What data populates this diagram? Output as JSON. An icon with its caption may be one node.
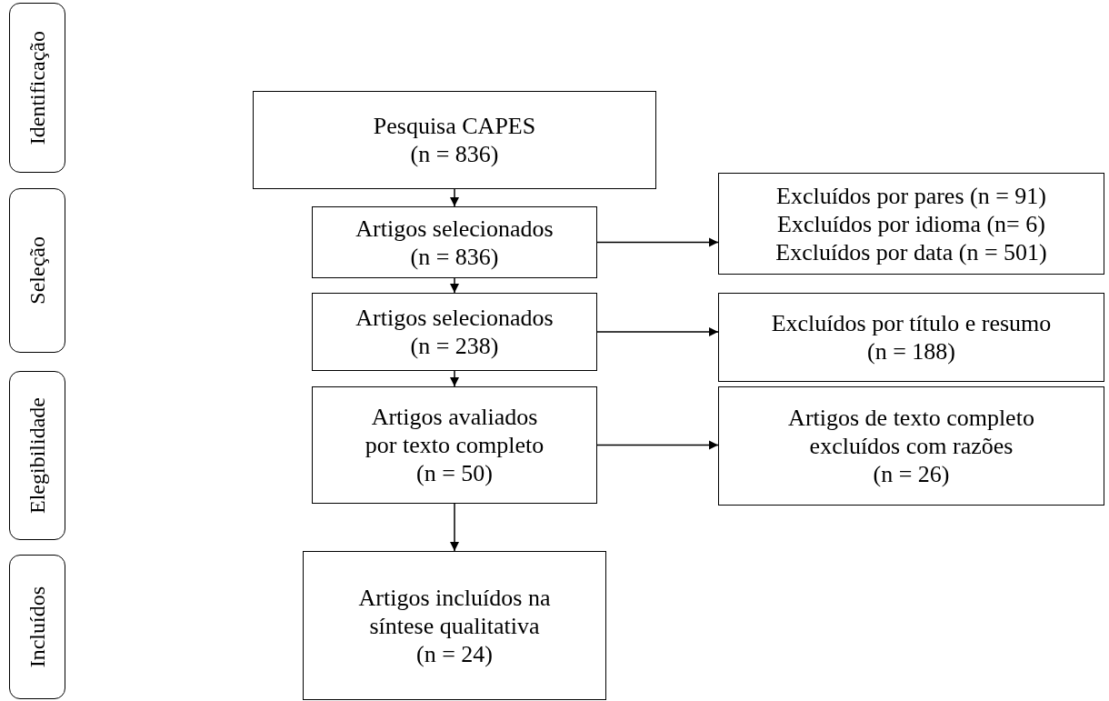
{
  "diagram": {
    "nodes": [
      {
        "text": [
          "Identificação"
        ]
      },
      {
        "text": [
          "Seleção"
        ]
      },
      {
        "text": [
          "Elegibilidade"
        ]
      },
      {
        "text": [
          "Incluídos"
        ]
      },
      {
        "text": [
          "Pesquisa CAPES",
          "(n = 836)"
        ]
      },
      {
        "text": [
          "Artigos selecionados",
          "(n = 836)"
        ]
      },
      {
        "text": [
          "Excluídos por pares (n = 91)",
          "Excluídos por idioma (n= 6)",
          "Excluídos por data (n = 501)"
        ]
      },
      {
        "text": [
          "Artigos selecionados",
          "(n = 238)"
        ]
      },
      {
        "text": [
          "Excluídos por título e resumo",
          "(n = 188)"
        ]
      },
      {
        "text": [
          "Artigos avaliados por texto completo",
          "(n = 50)"
        ]
      },
      {
        "text": [
          "Artigos de texto completo excluídos com razões",
          "(n = 26)"
        ]
      },
      {
        "text": [
          "Artigos incluídos na síntese qualitativa",
          "(n = 24)"
        ]
      }
    ],
    "edges": [
      {
        "from": 4,
        "to": 5,
        "arrow": "to"
      },
      {
        "from": 5,
        "to": 6,
        "arrow": "to"
      },
      {
        "from": 5,
        "to": 7,
        "arrow": "to"
      },
      {
        "from": 7,
        "to": 8,
        "arrow": "to"
      },
      {
        "from": 7,
        "to": 9,
        "arrow": "to"
      },
      {
        "from": 9,
        "to": 10,
        "arrow": "to"
      },
      {
        "from": 9,
        "to": 11,
        "arrow": "to"
      }
    ]
  }
}
